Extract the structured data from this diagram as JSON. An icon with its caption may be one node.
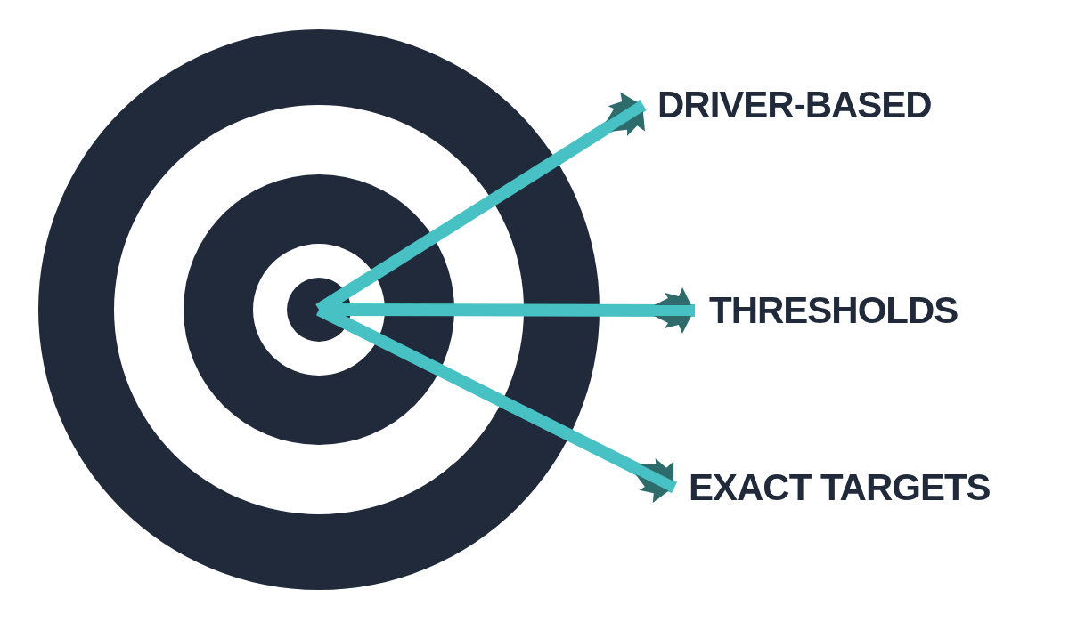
{
  "diagram": {
    "nodes": [
      {
        "text": [],
        "shape": "circle"
      },
      {
        "text": [
          "DRIVER-BASED"
        ]
      },
      {
        "text": [
          "THRESHOLDS"
        ]
      },
      {
        "text": [
          "EXACT TARGETS"
        ]
      }
    ],
    "edges": [
      {
        "from": 1,
        "to": 0,
        "arrow": "other"
      },
      {
        "from": 2,
        "to": 0,
        "arrow": "other"
      },
      {
        "from": 3,
        "to": 0,
        "arrow": "other"
      }
    ]
  }
}
